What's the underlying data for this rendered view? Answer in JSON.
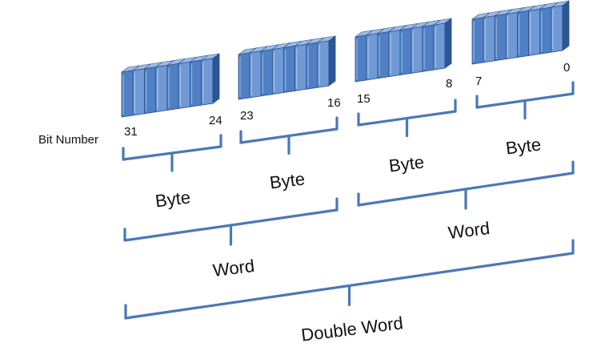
{
  "colors": {
    "bit_face": "#4f7fc4",
    "bit_face_light": "#6f9ad6",
    "bit_top": "#9dbbe6",
    "bit_side": "#2c5694",
    "bit_divider": "#2a4f88",
    "bracket": "#4a78b5"
  },
  "diagram": {
    "axis_title": "Bit Number",
    "bytes": [
      {
        "high": "31",
        "low": "24",
        "label": "Byte"
      },
      {
        "high": "23",
        "low": "16",
        "label": "Byte"
      },
      {
        "high": "15",
        "low": "8",
        "label": "Byte"
      },
      {
        "high": "7",
        "low": "0",
        "label": "Byte"
      }
    ],
    "words": [
      {
        "label": "Word"
      },
      {
        "label": "Word"
      }
    ],
    "double_word": {
      "label": "Double Word"
    }
  }
}
